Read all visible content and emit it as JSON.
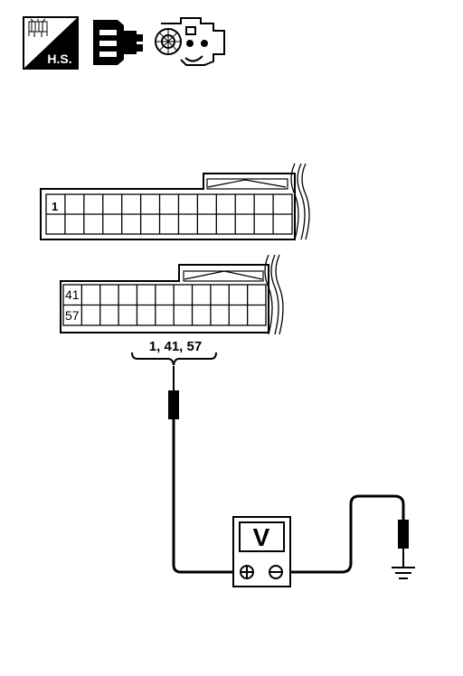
{
  "header": {
    "badge_text": "H.S.",
    "icons": [
      "fuse-box-icon",
      "hs-badge-icon",
      "connector-plug-icon",
      "engine-icon"
    ]
  },
  "connector_upper": {
    "pin_first": "1"
  },
  "connector_lower": {
    "pin_row1": "41",
    "pin_row2": "57"
  },
  "probe": {
    "pins_label": "1, 41, 57"
  },
  "meter": {
    "display": "V",
    "plus_symbol": "⊕",
    "minus_symbol": "⊖"
  },
  "ground": {
    "icon": "ground-icon"
  },
  "colors": {
    "ink": "#000000",
    "paper": "#ffffff"
  }
}
